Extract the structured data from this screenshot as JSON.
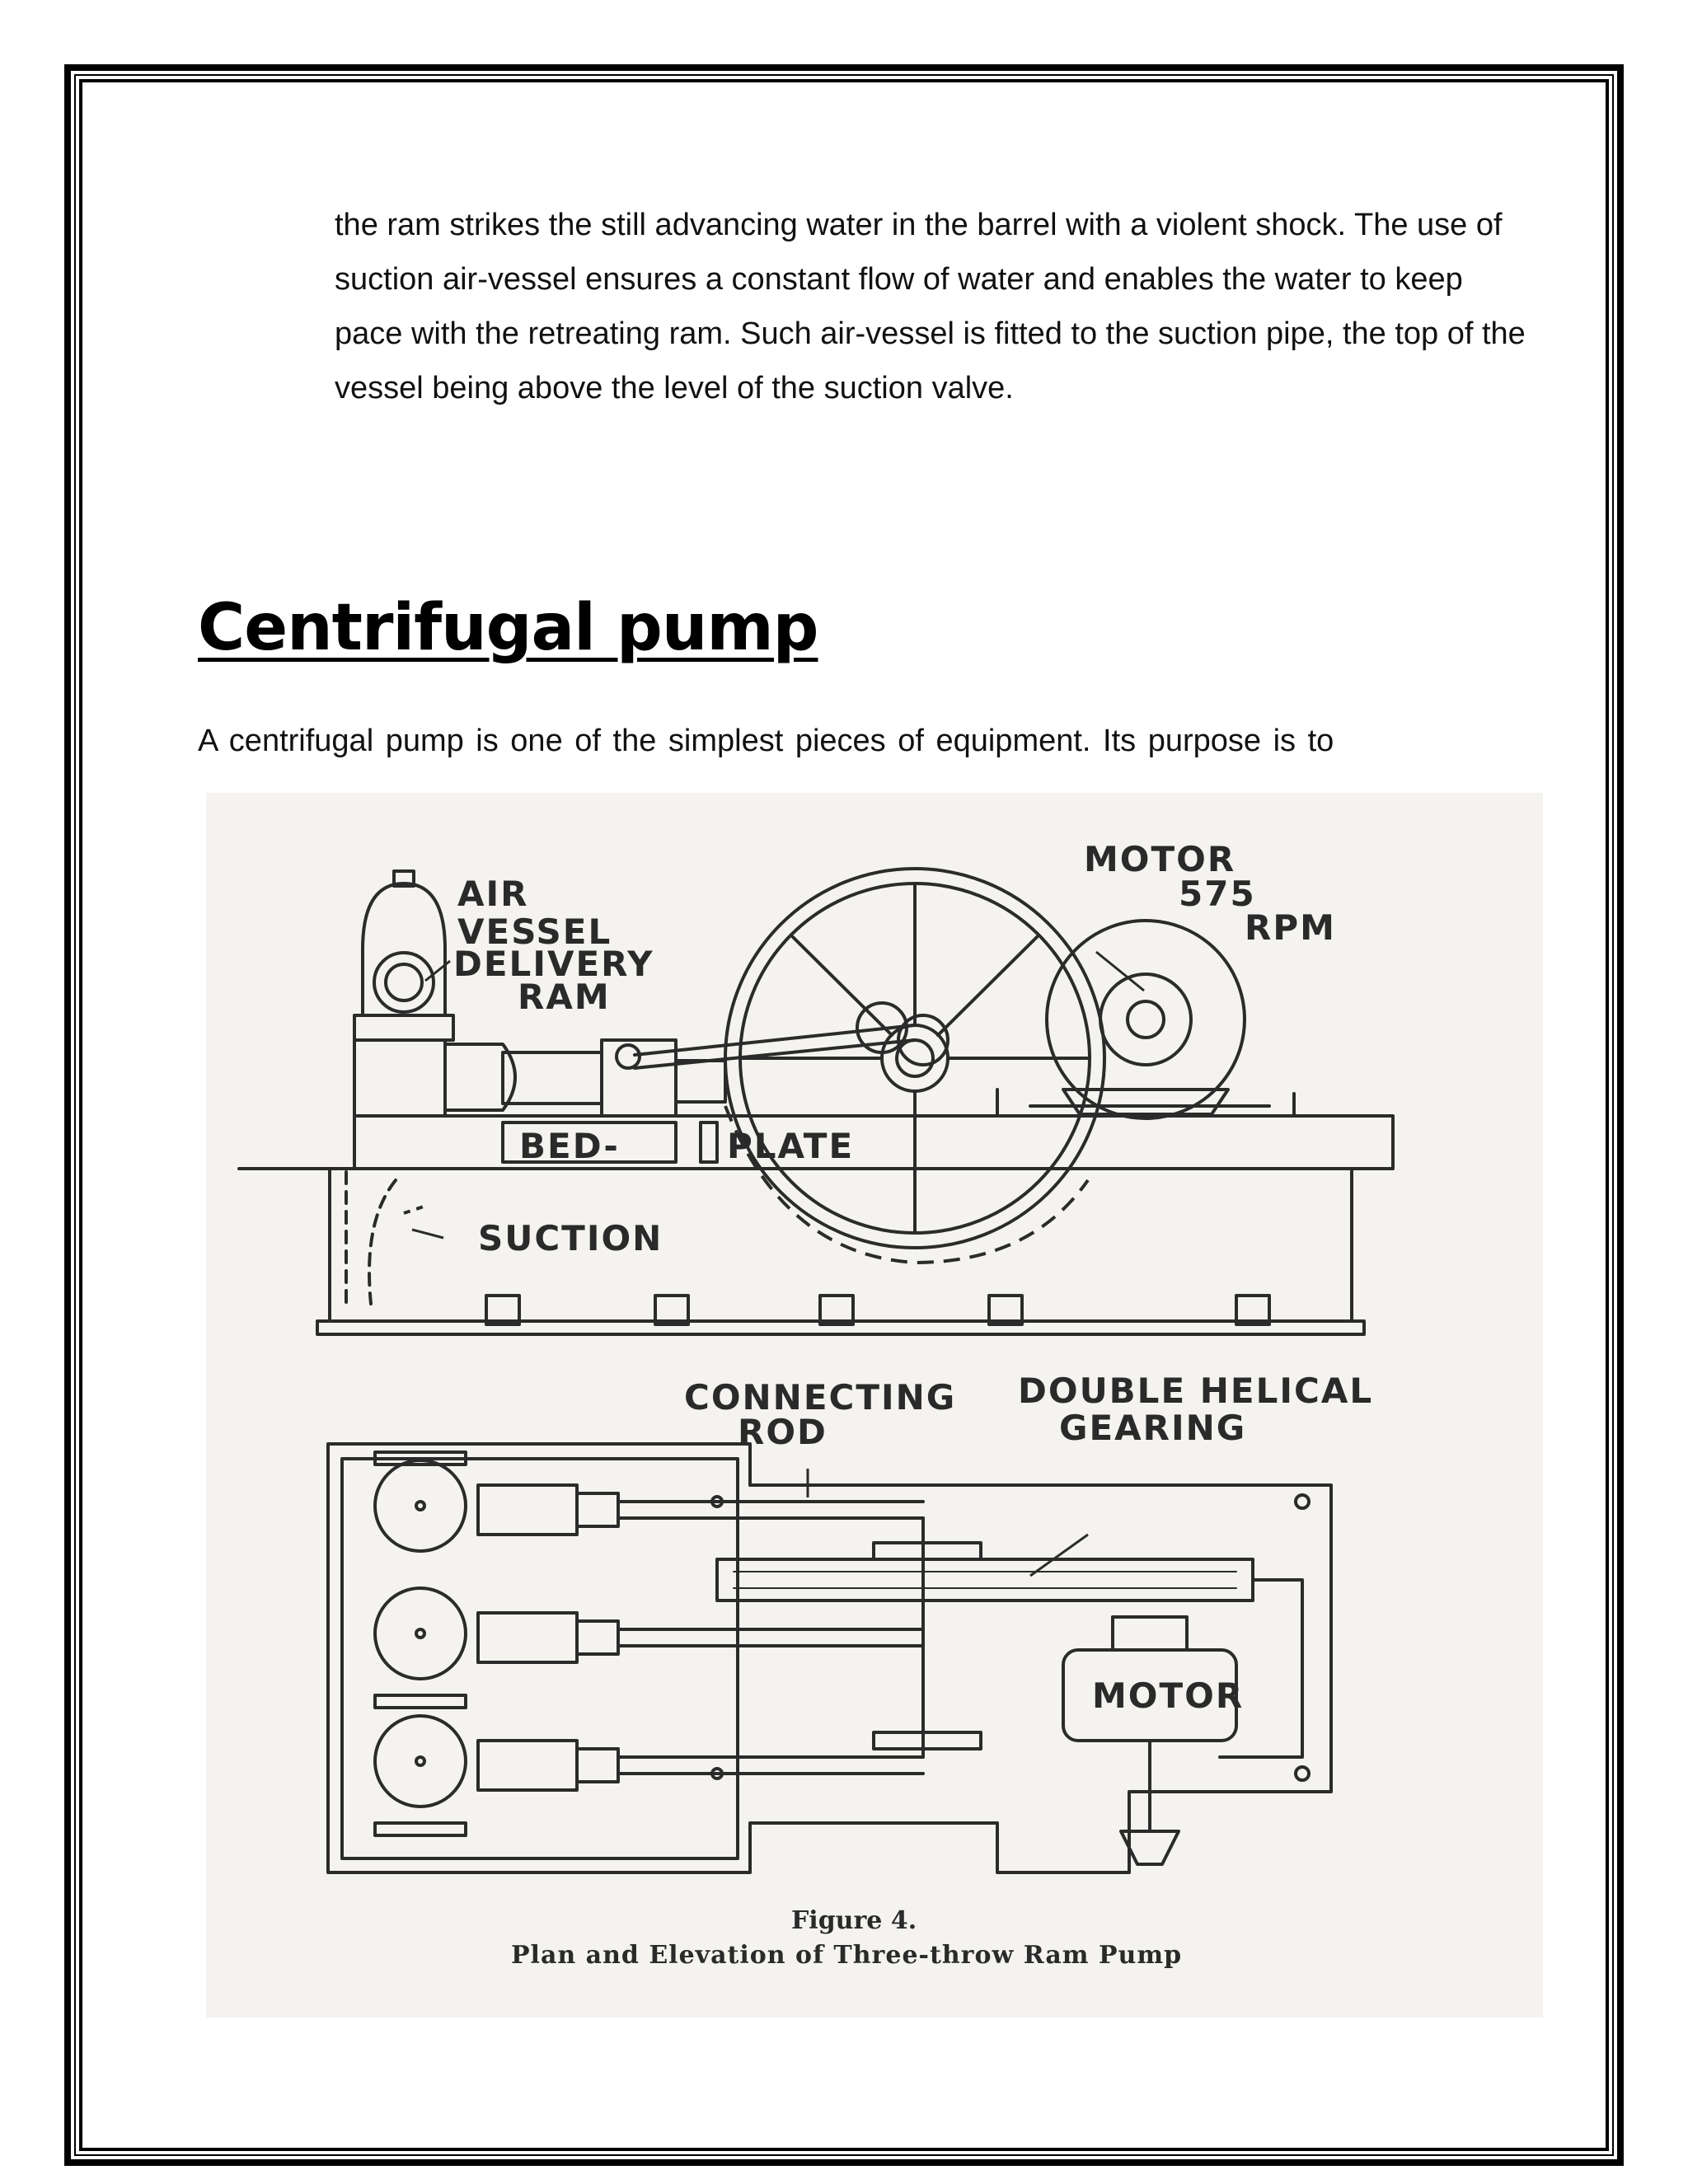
{
  "body": {
    "paragraph_top": "the ram strikes the still advancing water in the barrel with a violent shock. The use of suction air-vessel ensures a constant flow of water and enables the water to keep pace with the retreating ram. Such air-vessel is fitted to the suction pipe, the top of the vessel being above the level of the suction valve.",
    "heading": "Centrifugal pump",
    "paragraph_intro": "A centrifugal pump is one of the simplest pieces of equipment.  Its purpose is to"
  },
  "figure": {
    "labels": {
      "air": "AIR",
      "vessel": "VESSEL",
      "delivery": "DELIVERY",
      "ram": "RAM",
      "bed": "BED-",
      "plate": "PLATE",
      "suction": "SUCTION",
      "motor_top": "MOTOR",
      "rpm_value": "575",
      "rpm": "RPM",
      "connecting": "CONNECTING",
      "rod": "ROD",
      "double_helical": "DOUBLE HELICAL",
      "gearing": "GEARING",
      "motor_plan": "MOTOR"
    },
    "caption": {
      "number": "Figure 4.",
      "title": "Plan and Elevation of Three-throw Ram Pump"
    }
  }
}
